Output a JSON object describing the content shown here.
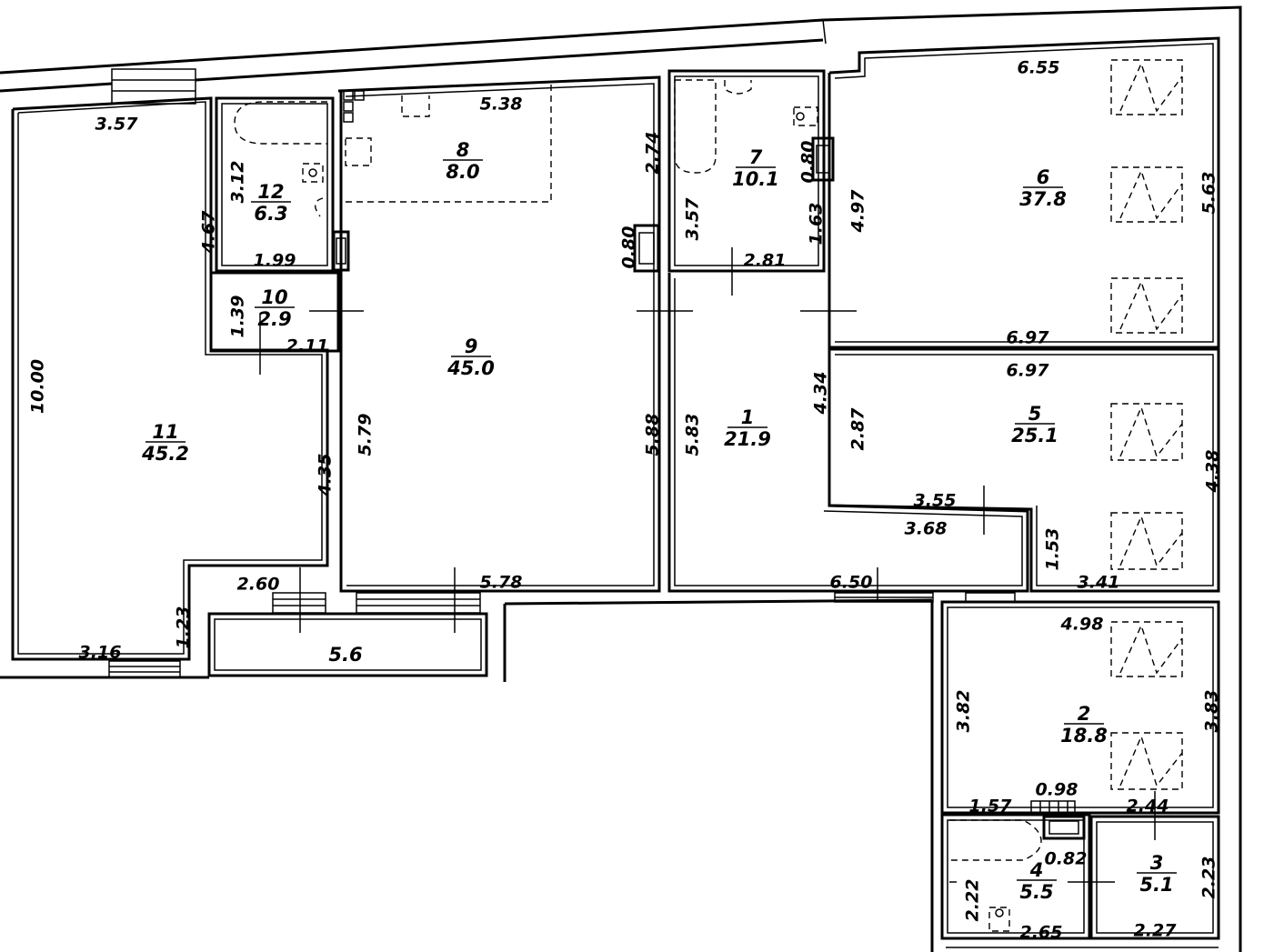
{
  "rooms": [
    {
      "num": "1",
      "area": "21.9"
    },
    {
      "num": "2",
      "area": "18.8"
    },
    {
      "num": "3",
      "area": "5.1"
    },
    {
      "num": "4",
      "area": "5.5"
    },
    {
      "num": "5",
      "area": "25.1"
    },
    {
      "num": "6",
      "area": "37.8"
    },
    {
      "num": "7",
      "area": "10.1"
    },
    {
      "num": "8",
      "area": "8.0"
    },
    {
      "num": "9",
      "area": "45.0"
    },
    {
      "num": "10",
      "area": "2.9"
    },
    {
      "num": "11",
      "area": "45.2"
    },
    {
      "num": "12",
      "area": "6.3"
    }
  ],
  "balcony_area": "5.6",
  "dimensions": [
    "3.57",
    "4.67",
    "10.00",
    "3.16",
    "1.23",
    "2.60",
    "4.35",
    "3.12",
    "1.99",
    "1.39",
    "2.11",
    "5.38",
    "2.74",
    "0.80",
    "5.79",
    "5.88",
    "5.78",
    "3.57",
    "0.80",
    "1.63",
    "2.81",
    "5.83",
    "4.34",
    "6.50",
    "6.55",
    "5.63",
    "4.97",
    "6.97",
    "6.97",
    "2.87",
    "4.38",
    "3.55",
    "3.68",
    "1.53",
    "3.41",
    "4.98",
    "3.82",
    "3.83",
    "1.57",
    "0.98",
    "2.44",
    "0.82",
    "2.22",
    "2.65",
    "2.23",
    "2.27"
  ]
}
